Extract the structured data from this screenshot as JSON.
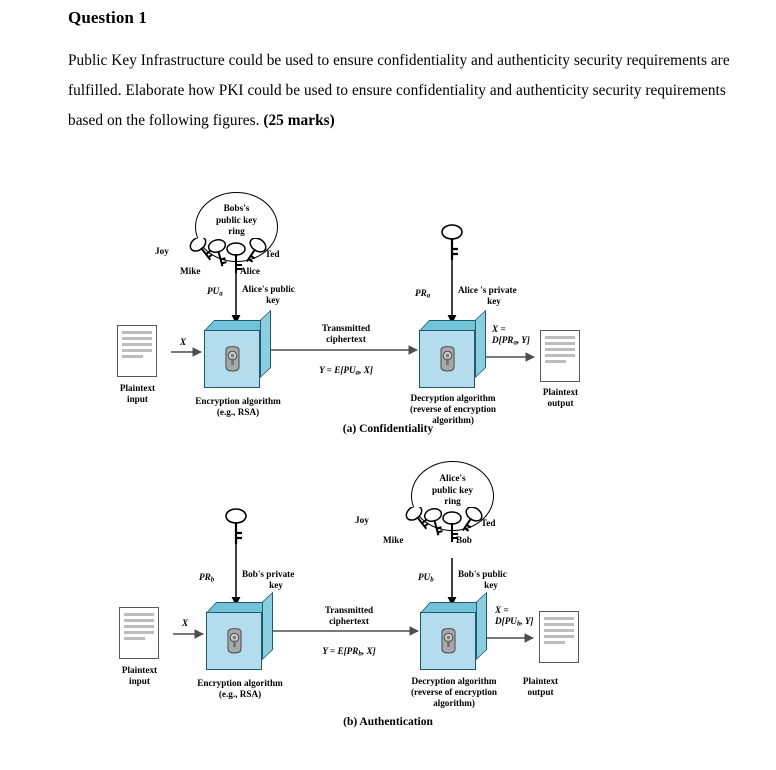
{
  "page": {
    "title": "Question 1",
    "body_line1": "Public Key Infrastructure could be used to ensure confidentiality and authenticity security",
    "body_line2": "requirements are fulfilled. Elaborate how PKI could be used to ensure confidentiality and",
    "body_line3_prefix": "authenticity security requirements based on the following figures. ",
    "body_marks": "(25 marks)"
  },
  "colors": {
    "box_face": "#b4dced",
    "box_top": "#72c3d8",
    "box_side": "#8ccde0",
    "box_edge": "#1c5a72",
    "doc_line": "#bdbdbd",
    "arrow": "#000000",
    "text": "#000000"
  },
  "figure_a": {
    "caption": "(a) Confidentiality",
    "keyring": {
      "label_line1": "Bobs's",
      "label_line2": "public key",
      "label_line3": "ring",
      "keys": [
        "Joy",
        "Mike",
        "Alice",
        "Ted"
      ]
    },
    "public_key_symbol": "PU",
    "public_key_subscript": "a",
    "public_key_label_line1": "Alice's public",
    "public_key_label_line2": "key",
    "private_key_symbol": "PR",
    "private_key_subscript": "a",
    "private_key_label_line1": "Alice 's private",
    "private_key_label_line2": "key",
    "plaintext_input_line1": "Plaintext",
    "plaintext_input_line2": "input",
    "plaintext_output_line1": "Plaintext",
    "plaintext_output_line2": "output",
    "input_var": "X",
    "encryption_label_line1": "Encryption algorithm",
    "encryption_label_line2": "(e.g., RSA)",
    "decryption_label_line1": "Decryption algorithm",
    "decryption_label_line2": "(reverse of encryption",
    "decryption_label_line3": "algorithm)",
    "transmitted_line1": "Transmitted",
    "transmitted_line2": "ciphertext",
    "cipher_formula": "Y = E[PU",
    "cipher_formula_sub": "a",
    "cipher_formula_tail": ", X]",
    "output_formula_line1": "X =",
    "output_formula_line2": "D[PR",
    "output_formula_sub": "a",
    "output_formula_tail": ", Y]"
  },
  "figure_b": {
    "caption": "(b) Authentication",
    "keyring": {
      "label_line1": "Alice's",
      "label_line2": "public key",
      "label_line3": "ring",
      "keys": [
        "Joy",
        "Mike",
        "Bob",
        "Ted"
      ]
    },
    "private_key_symbol": "PR",
    "private_key_subscript": "b",
    "private_key_label_line1": "Bob's private",
    "private_key_label_line2": "key",
    "public_key_symbol": "PU",
    "public_key_subscript": "b",
    "public_key_label_line1": "Bob's public",
    "public_key_label_line2": "key",
    "plaintext_input_line1": "Plaintext",
    "plaintext_input_line2": "input",
    "plaintext_output_line1": "Plaintext",
    "plaintext_output_line2": "output",
    "input_var": "X",
    "encryption_label_line1": "Encryption algorithm",
    "encryption_label_line2": "(e.g., RSA)",
    "decryption_label_line1": "Decryption algorithm",
    "decryption_label_line2": "(reverse of encryption",
    "decryption_label_line3": "algorithm)",
    "transmitted_line1": "Transmitted",
    "transmitted_line2": "ciphertext",
    "cipher_formula": "Y = E[PR",
    "cipher_formula_sub": "b",
    "cipher_formula_tail": ", X]",
    "output_formula_line1": "X =",
    "output_formula_line2": "D[PU",
    "output_formula_sub": "b",
    "output_formula_tail": ", Y]"
  }
}
